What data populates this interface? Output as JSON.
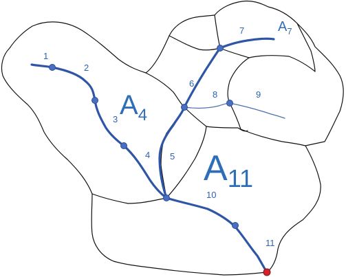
{
  "segment_labels": [
    "1",
    "2",
    "3",
    "4",
    "5",
    "6",
    "7",
    "8",
    "9",
    "10",
    "11"
  ],
  "areas": [
    {
      "id": "A4",
      "main": "A",
      "sub": "4"
    },
    {
      "id": "A7",
      "main": "A",
      "sub": "7"
    },
    {
      "id": "A11",
      "main": "A",
      "sub": "11"
    }
  ],
  "colors": {
    "river": "#2f56a6",
    "node": "#4a6ec1",
    "outlet": "#d4232b",
    "label": "#2f62b3",
    "boundary": "#111111"
  }
}
